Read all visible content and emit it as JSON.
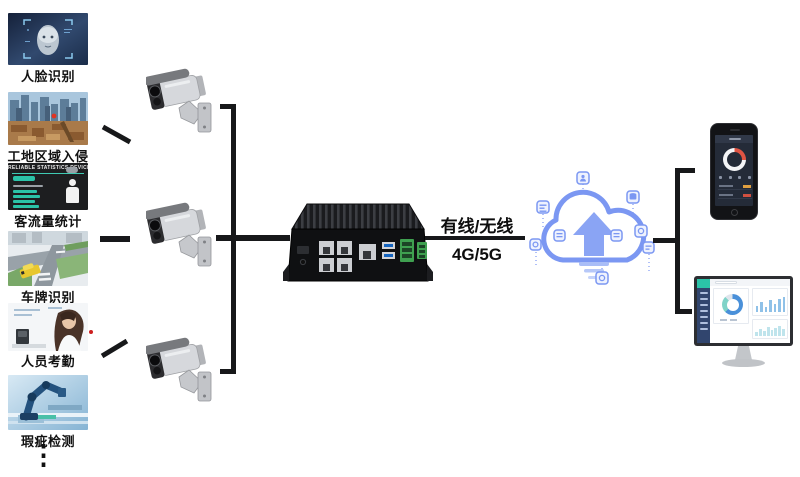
{
  "scenarios": [
    {
      "label": "人脸识别"
    },
    {
      "label": "工地区域入侵"
    },
    {
      "label": "客流量统计",
      "thumb_header": "RELIABLE STATISTICS DEVICE"
    },
    {
      "label": "车牌识别"
    },
    {
      "label": "人员考勤"
    },
    {
      "label": "瑕疵检测"
    }
  ],
  "more_indicator": "⋮",
  "connection": {
    "link_type": "有线/无线",
    "network": "4G/5G"
  },
  "icons": {
    "camera": "bullet-surveillance-camera",
    "edge_device": "edge-ai-computing-box",
    "cloud": "cloud-upload",
    "phone": "smartphone-monitoring-app",
    "monitor": "desktop-dashboard"
  },
  "colors": {
    "line_black": "#17181a",
    "cloud_blue": "#7b97f2",
    "teal": "#2bc3a8",
    "alert_red": "#cc1f1f",
    "usb_blue": "#1565c0",
    "terminal_green": "#3fa050"
  }
}
